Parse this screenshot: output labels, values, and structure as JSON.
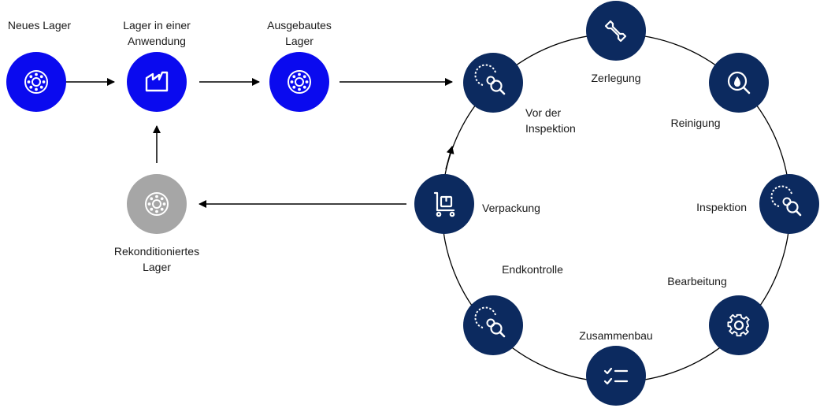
{
  "colors": {
    "blue": "#0a0aef",
    "navy": "#0c2a5f",
    "grey": "#a6a6a6",
    "line": "#000000",
    "icon": "#ffffff"
  },
  "top_row": [
    {
      "id": "neues-lager",
      "lines": [
        "Neues Lager"
      ],
      "icon": "bearing-icon"
    },
    {
      "id": "lager-in-anwendung",
      "lines": [
        "Lager in einer",
        "Anwendung"
      ],
      "icon": "factory-icon"
    },
    {
      "id": "ausgebautes-lager",
      "lines": [
        "Ausgebautes",
        "Lager"
      ],
      "icon": "bearing-icon"
    }
  ],
  "reconditioned": {
    "lines": [
      "Rekonditioniertes",
      "Lager"
    ],
    "icon": "bearing-icon"
  },
  "cycle": [
    {
      "id": "vor-der-inspektion",
      "lines": [
        "Vor der",
        "Inspektion"
      ],
      "icon": "inspection-icon"
    },
    {
      "id": "zerlegung",
      "lines": [
        "Zerlegung"
      ],
      "icon": "wrench-icon"
    },
    {
      "id": "reinigung",
      "lines": [
        "Reinigung"
      ],
      "icon": "cleaning-drop-icon"
    },
    {
      "id": "inspektion",
      "lines": [
        "Inspektion"
      ],
      "icon": "inspection-icon"
    },
    {
      "id": "bearbeitung",
      "lines": [
        "Bearbeitung"
      ],
      "icon": "gear-icon"
    },
    {
      "id": "zusammenbau",
      "lines": [
        "Zusammenbau"
      ],
      "icon": "checklist-icon"
    },
    {
      "id": "endkontrolle",
      "lines": [
        "Endkontrolle"
      ],
      "icon": "inspection-icon"
    },
    {
      "id": "verpackung",
      "lines": [
        "Verpackung"
      ],
      "icon": "package-trolley-icon"
    }
  ]
}
